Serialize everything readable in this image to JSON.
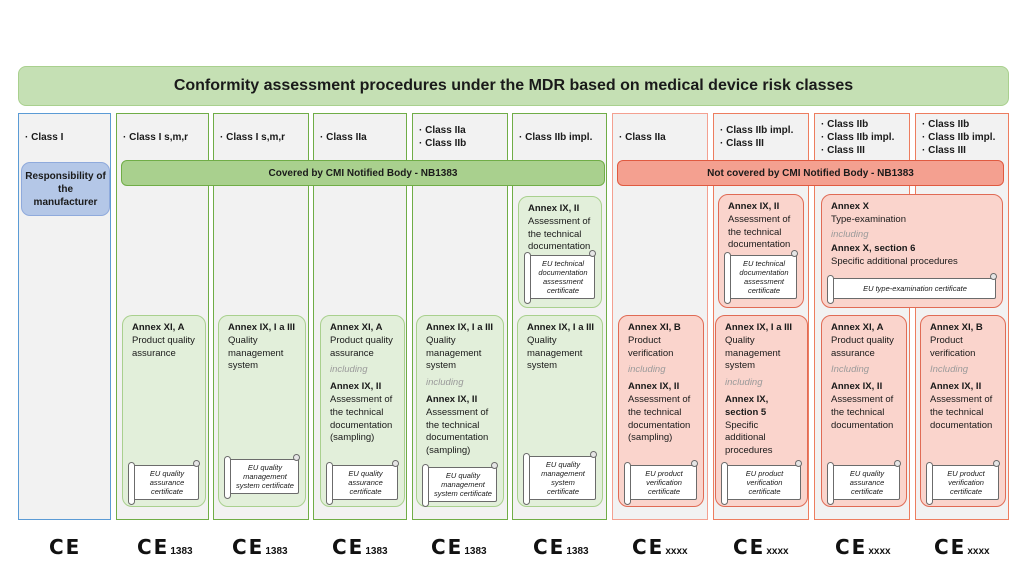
{
  "title": "Conformity assessment procedures under the MDR based on medical device risk classes",
  "responsibility_box": "Responsibility of the manufacturer",
  "bands": {
    "covered": "Covered by CMI Notified Body - NB1383",
    "not_covered": "Not covered by CMI Notified Body - NB1383"
  },
  "colors": {
    "covered_green": "#a9d08e",
    "not_covered_red": "#f4a090",
    "manufacturer_blue": "#b4c7e7"
  },
  "columns": [
    {
      "classes": [
        "Class I"
      ],
      "ce": {
        "mark": "CE",
        "nb": ""
      }
    },
    {
      "classes": [
        "Class I s,m,r"
      ],
      "ce": {
        "mark": "CE",
        "nb": "1383"
      }
    },
    {
      "classes": [
        "Class I s,m,r"
      ],
      "ce": {
        "mark": "CE",
        "nb": "1383"
      }
    },
    {
      "classes": [
        "Class IIa"
      ],
      "ce": {
        "mark": "CE",
        "nb": "1383"
      }
    },
    {
      "classes": [
        "Class IIa",
        "Class IIb"
      ],
      "ce": {
        "mark": "CE",
        "nb": "1383"
      }
    },
    {
      "classes": [
        "Class IIb impl."
      ],
      "ce": {
        "mark": "CE",
        "nb": "1383"
      }
    },
    {
      "classes": [
        "Class IIa"
      ],
      "ce": {
        "mark": "CE",
        "nb": "xxxx"
      }
    },
    {
      "classes": [
        "Class IIb impl.",
        "Class III"
      ],
      "ce": {
        "mark": "CE",
        "nb": "xxxx"
      }
    },
    {
      "classes": [
        "Class IIb",
        "Class IIb impl.",
        "Class III"
      ],
      "ce": {
        "mark": "CE",
        "nb": "xxxx"
      }
    },
    {
      "classes": [
        "Class IIb",
        "Class IIb impl.",
        "Class III"
      ],
      "ce": {
        "mark": "CE",
        "nb": "xxxx"
      }
    }
  ],
  "upper_procedures": {
    "col5": {
      "annex": "Annex IX, II",
      "desc": "Assessment of the technical documentation",
      "cert": "EU technical documentation assessment certificate"
    },
    "col7": {
      "annex": "Annex IX, II",
      "desc": "Assessment of the technical documentation",
      "cert": "EU technical documentation assessment certificate"
    },
    "col8_9": {
      "annex": "Annex X",
      "desc": "Type-examination",
      "including": "including",
      "annex2": "Annex X, section 6",
      "desc2": "Specific additional procedures",
      "cert": "EU type-examination certificate"
    }
  },
  "lower_procedures": [
    {
      "annex": "Annex XI, A",
      "desc": "Product quality assurance",
      "cert": "EU quality assurance certificate"
    },
    {
      "annex": "Annex IX, I a III",
      "desc": "Quality management system",
      "cert": "EU quality management system certificate"
    },
    {
      "annex": "Annex XI, A",
      "desc": "Product quality assurance",
      "including": "including",
      "annex2": "Annex IX, II",
      "desc2": "Assessment of the technical documentation (sampling)",
      "cert": "EU quality assurance certificate"
    },
    {
      "annex": "Annex IX, I a III",
      "desc": "Quality management system",
      "including": "including",
      "annex2": "Annex IX, II",
      "desc2": "Assessment of the technical documentation (sampling)",
      "cert": "EU quality management system certificate"
    },
    {
      "annex": "Annex IX, I a III",
      "desc": "Quality management system",
      "cert": "EU quality management system certificate"
    },
    {
      "annex": "Annex XI, B",
      "desc": "Product verification",
      "including": "including",
      "annex2": "Annex IX, II",
      "desc2": "Assessment of the technical documentation (sampling)",
      "cert": "EU product verification certificate"
    },
    {
      "annex": "Annex IX, I a III",
      "desc": "Quality management system",
      "including": "including",
      "annex2": "Annex IX, section 5",
      "desc2": "Specific additional procedures",
      "cert": "EU product verification certificate"
    },
    {
      "annex": "Annex XI, A",
      "desc": "Product quality assurance",
      "including": "Including",
      "annex2": "Annex IX, II",
      "desc2": "Assessment of the technical documentation",
      "cert": "EU quality assurance certificate"
    },
    {
      "annex": "Annex XI, B",
      "desc": "Product verification",
      "including": "Including",
      "annex2": "Annex IX, II",
      "desc2": "Assessment of the technical documentation",
      "cert": "EU product verification certificate"
    }
  ]
}
